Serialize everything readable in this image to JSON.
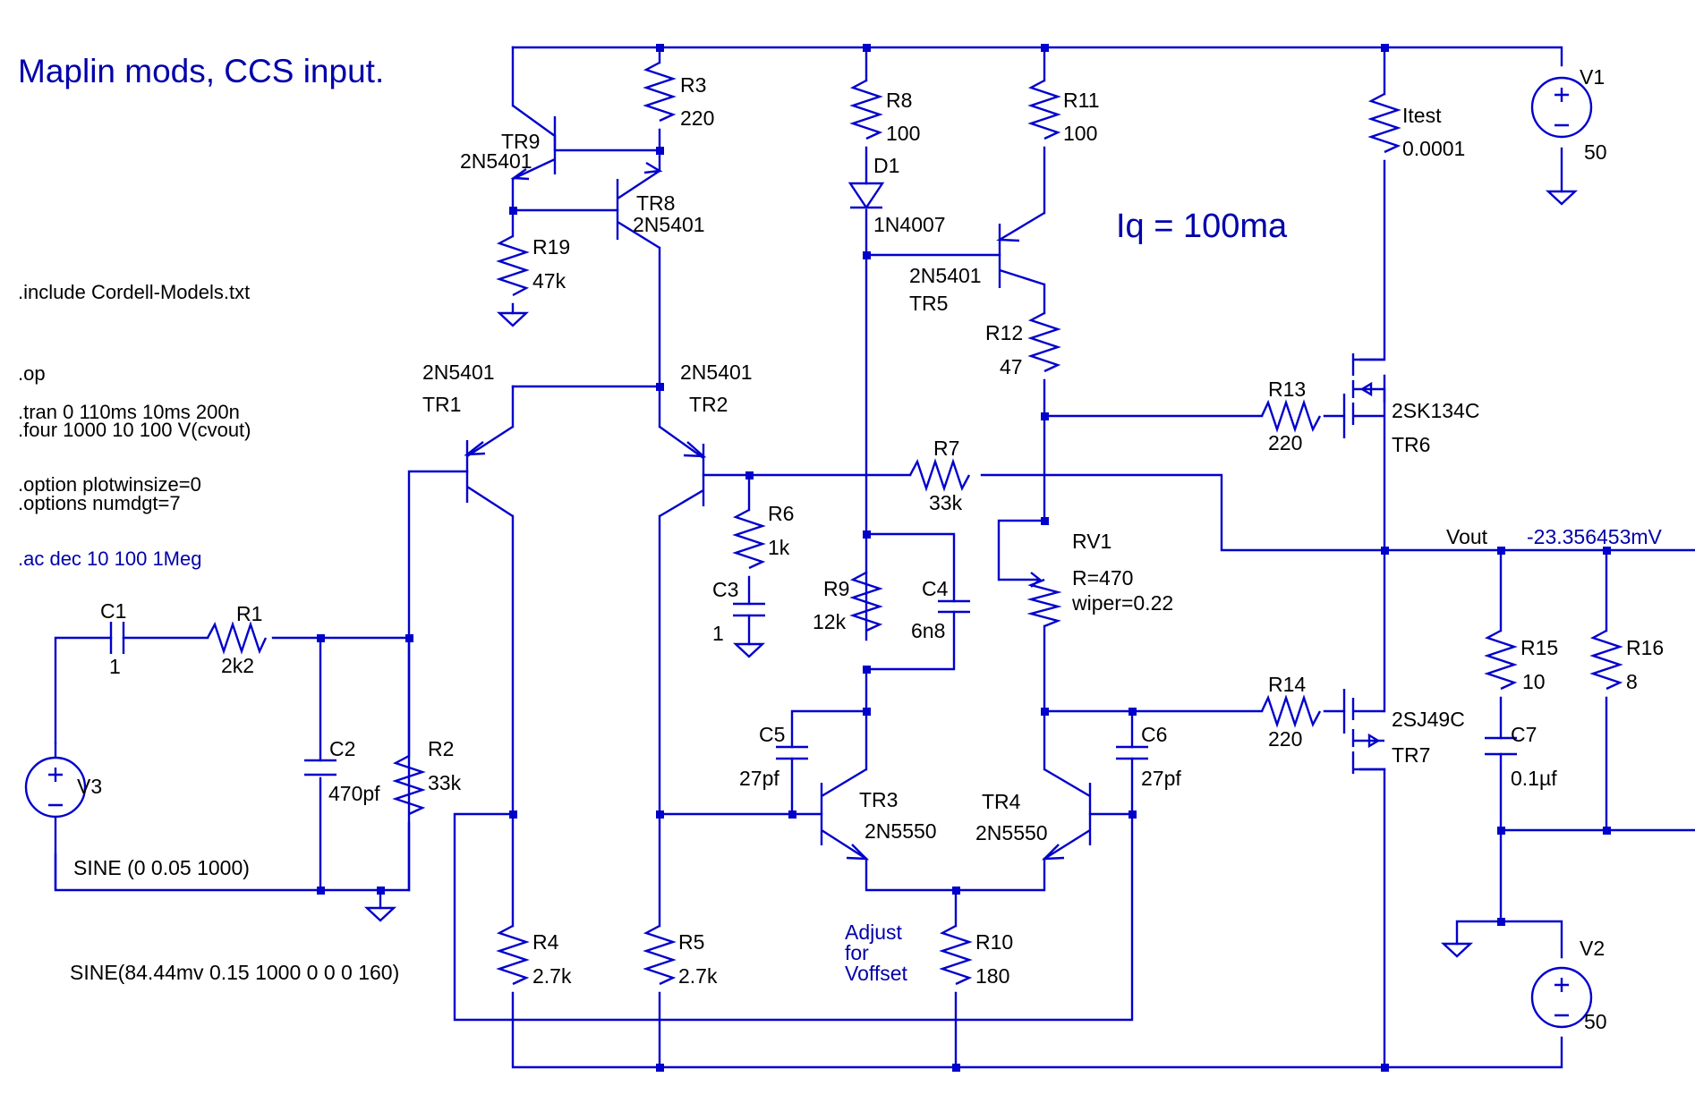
{
  "title": "Maplin mods, CCS input.",
  "annotation_iq": "Iq = 100ma",
  "directives": {
    "include": ".include Cordell-Models.txt",
    "op": ".op",
    "tran": ".tran 0 110ms 10ms 200n",
    "four": ".four 1000 10 100 V(cvout)",
    "plotwin": ".option plotwinsize=0",
    "numdgt": ".options numdgt=7",
    "ac": ".ac dec 10 100 1Meg"
  },
  "sources": {
    "v1": {
      "name": "V1",
      "value": "50"
    },
    "v2": {
      "name": "V2",
      "value": "50"
    },
    "v3": {
      "name": "V3",
      "value": "SINE (0 0.05 1000)"
    },
    "sine2": "SINE(84.44mv 0.15 1000 0 0 0 160)"
  },
  "resistors": {
    "r1": {
      "name": "R1",
      "value": "2k2"
    },
    "r2": {
      "name": "R2",
      "value": "33k"
    },
    "r3": {
      "name": "R3",
      "value": "220"
    },
    "r4": {
      "name": "R4",
      "value": "2.7k"
    },
    "r5": {
      "name": "R5",
      "value": "2.7k"
    },
    "r6": {
      "name": "R6",
      "value": "1k"
    },
    "r7": {
      "name": "R7",
      "value": "33k"
    },
    "r8": {
      "name": "R8",
      "value": "100"
    },
    "r9": {
      "name": "R9",
      "value": "12k"
    },
    "r10": {
      "name": "R10",
      "value": "180"
    },
    "r11": {
      "name": "R11",
      "value": "100"
    },
    "r12": {
      "name": "R12",
      "value": "47"
    },
    "r13": {
      "name": "R13",
      "value": "220"
    },
    "r14": {
      "name": "R14",
      "value": "220"
    },
    "r15": {
      "name": "R15",
      "value": "10"
    },
    "r16": {
      "name": "R16",
      "value": "8"
    },
    "r19": {
      "name": "R19",
      "value": "47k"
    },
    "itest": {
      "name": "Itest",
      "value": "0.0001"
    },
    "rv1": {
      "name": "RV1",
      "value": "R=470",
      "wiper": "wiper=0.22"
    }
  },
  "capacitors": {
    "c1": {
      "name": "C1",
      "value": "1"
    },
    "c2": {
      "name": "C2",
      "value": "470pf"
    },
    "c3": {
      "name": "C3",
      "value": "1"
    },
    "c4": {
      "name": "C4",
      "value": "6n8"
    },
    "c5": {
      "name": "C5",
      "value": "27pf"
    },
    "c6": {
      "name": "C6",
      "value": "27pf"
    },
    "c7": {
      "name": "C7",
      "value": "0.1µf"
    }
  },
  "semis": {
    "tr1": {
      "name": "TR1",
      "part": "2N5401"
    },
    "tr2": {
      "name": "TR2",
      "part": "2N5401"
    },
    "tr3": {
      "name": "TR3",
      "part": "2N5550"
    },
    "tr4": {
      "name": "TR4",
      "part": "2N5550"
    },
    "tr5": {
      "name": "TR5",
      "part": "2N5401"
    },
    "tr6": {
      "name": "TR6",
      "part": "2SK134C"
    },
    "tr7": {
      "name": "TR7",
      "part": "2SJ49C"
    },
    "tr8": {
      "name": "TR8",
      "part": "2N5401"
    },
    "tr9": {
      "name": "TR9",
      "part": "2N5401"
    },
    "d1": {
      "name": "D1",
      "part": "1N4007"
    }
  },
  "vout": {
    "label": "Vout",
    "reading": "-23.356453mV"
  },
  "note_offset": [
    "Adjust",
    "for",
    "Voffset"
  ]
}
